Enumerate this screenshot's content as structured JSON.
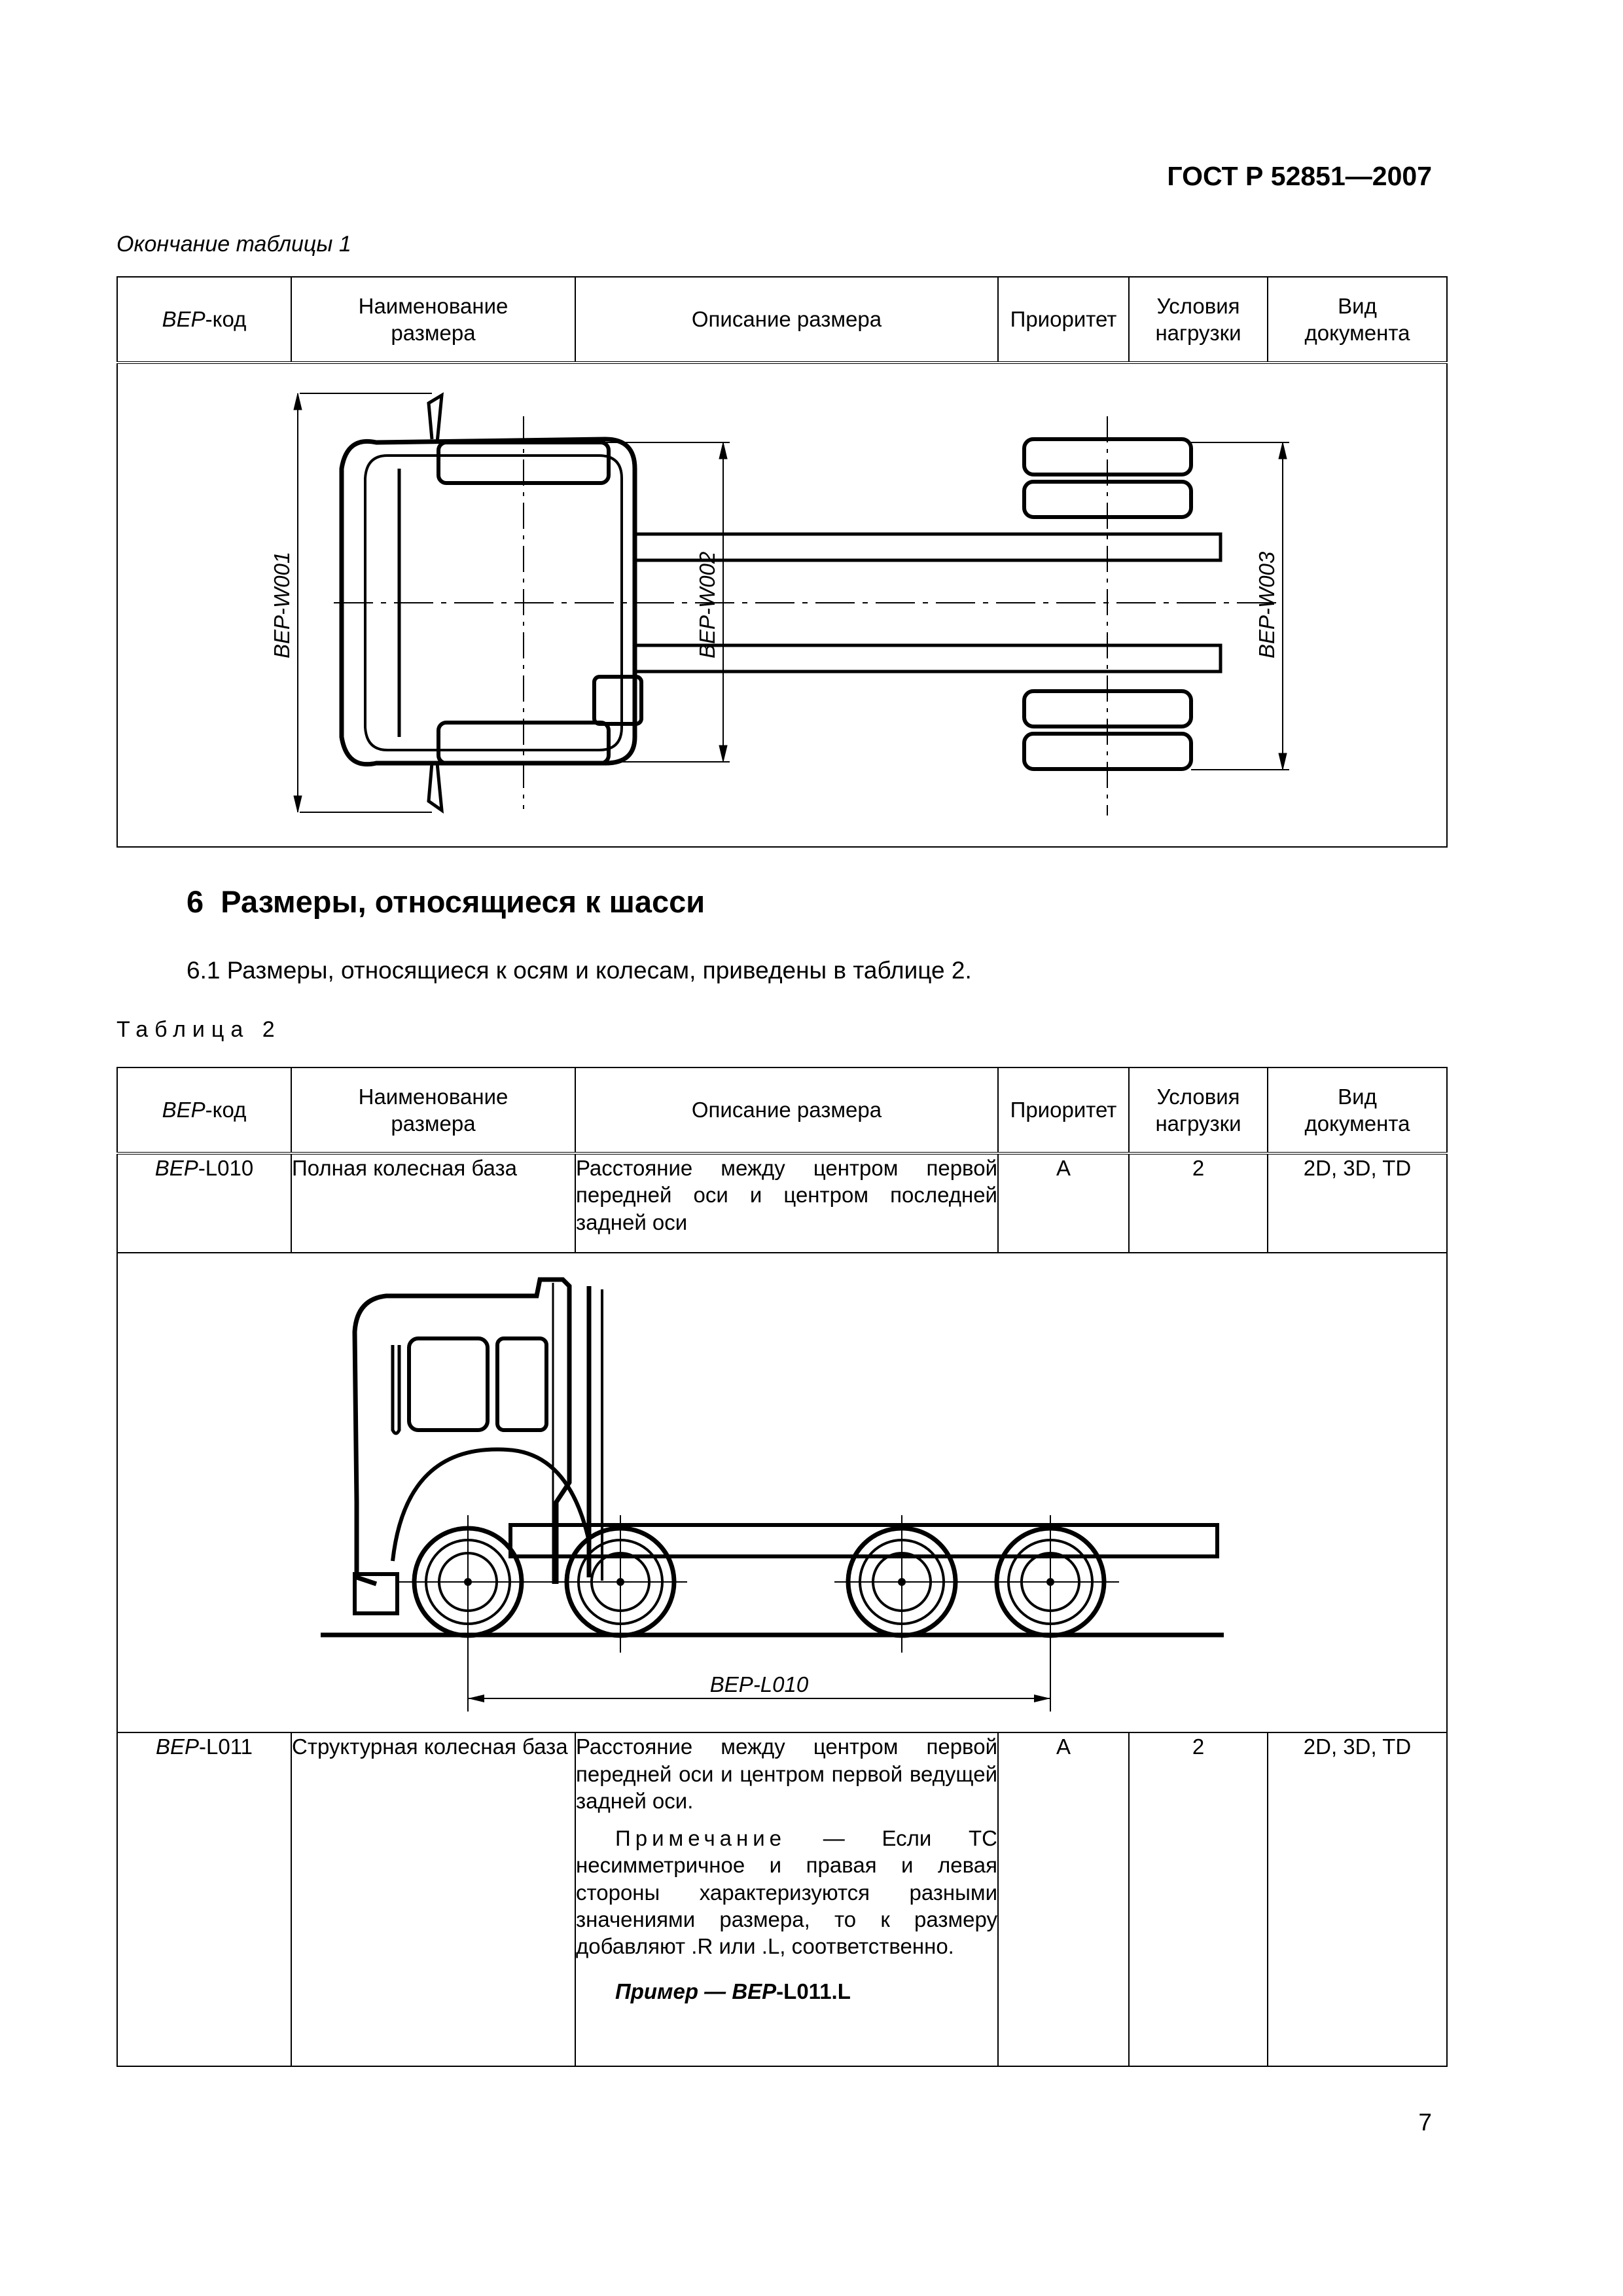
{
  "header": {
    "standard": "ГОСТ Р 52851—2007"
  },
  "table1": {
    "caption": "Окончание таблицы 1",
    "columns": {
      "code_prefix": "BEP",
      "code_suffix": "-код",
      "name_l1": "Наименование",
      "name_l2": "размера",
      "desc": "Описание размера",
      "priority": "Приоритет",
      "load_l1": "Условия",
      "load_l2": "нагрузки",
      "doc_l1": "Вид",
      "doc_l2": "документа"
    },
    "figure_labels": {
      "w001": "BEP-W001",
      "w002": "BEP-W002",
      "w003": "BEP-W003"
    }
  },
  "section": {
    "number": "6",
    "title": "Размеры, относящиеся к шасси",
    "paragraph": "6.1  Размеры, относящиеся к осям и колесам, приведены в таблице 2."
  },
  "table2": {
    "caption": "Таблица 2",
    "rows": [
      {
        "code_prefix": "BEP",
        "code_suffix": "-L010",
        "name": "Полная колесная база",
        "desc": "Расстояние между центром первой передней оси и центром последней задней оси",
        "priority": "A",
        "load": "2",
        "doc": "2D, 3D, TD"
      },
      {
        "code_prefix": "BEP",
        "code_suffix": "-L011",
        "name": "Структурная колесная база",
        "desc": "Расстояние между центром первой передней оси и центром первой ведущей задней оси.",
        "note_label": "Примечание",
        "note_text": " — Если ТС несимметричное и правая и левая стороны характеризуются разными значениями размера, то к размеру добавляют .R или .L, соответственно.",
        "example_label": "Пример — ",
        "example_prefix": "BEP",
        "example_suffix": "-L011.L",
        "priority": "A",
        "load": "2",
        "doc": "2D, 3D, TD"
      }
    ],
    "figure_labels": {
      "l010": "BEP-L010"
    }
  },
  "page_number": "7"
}
